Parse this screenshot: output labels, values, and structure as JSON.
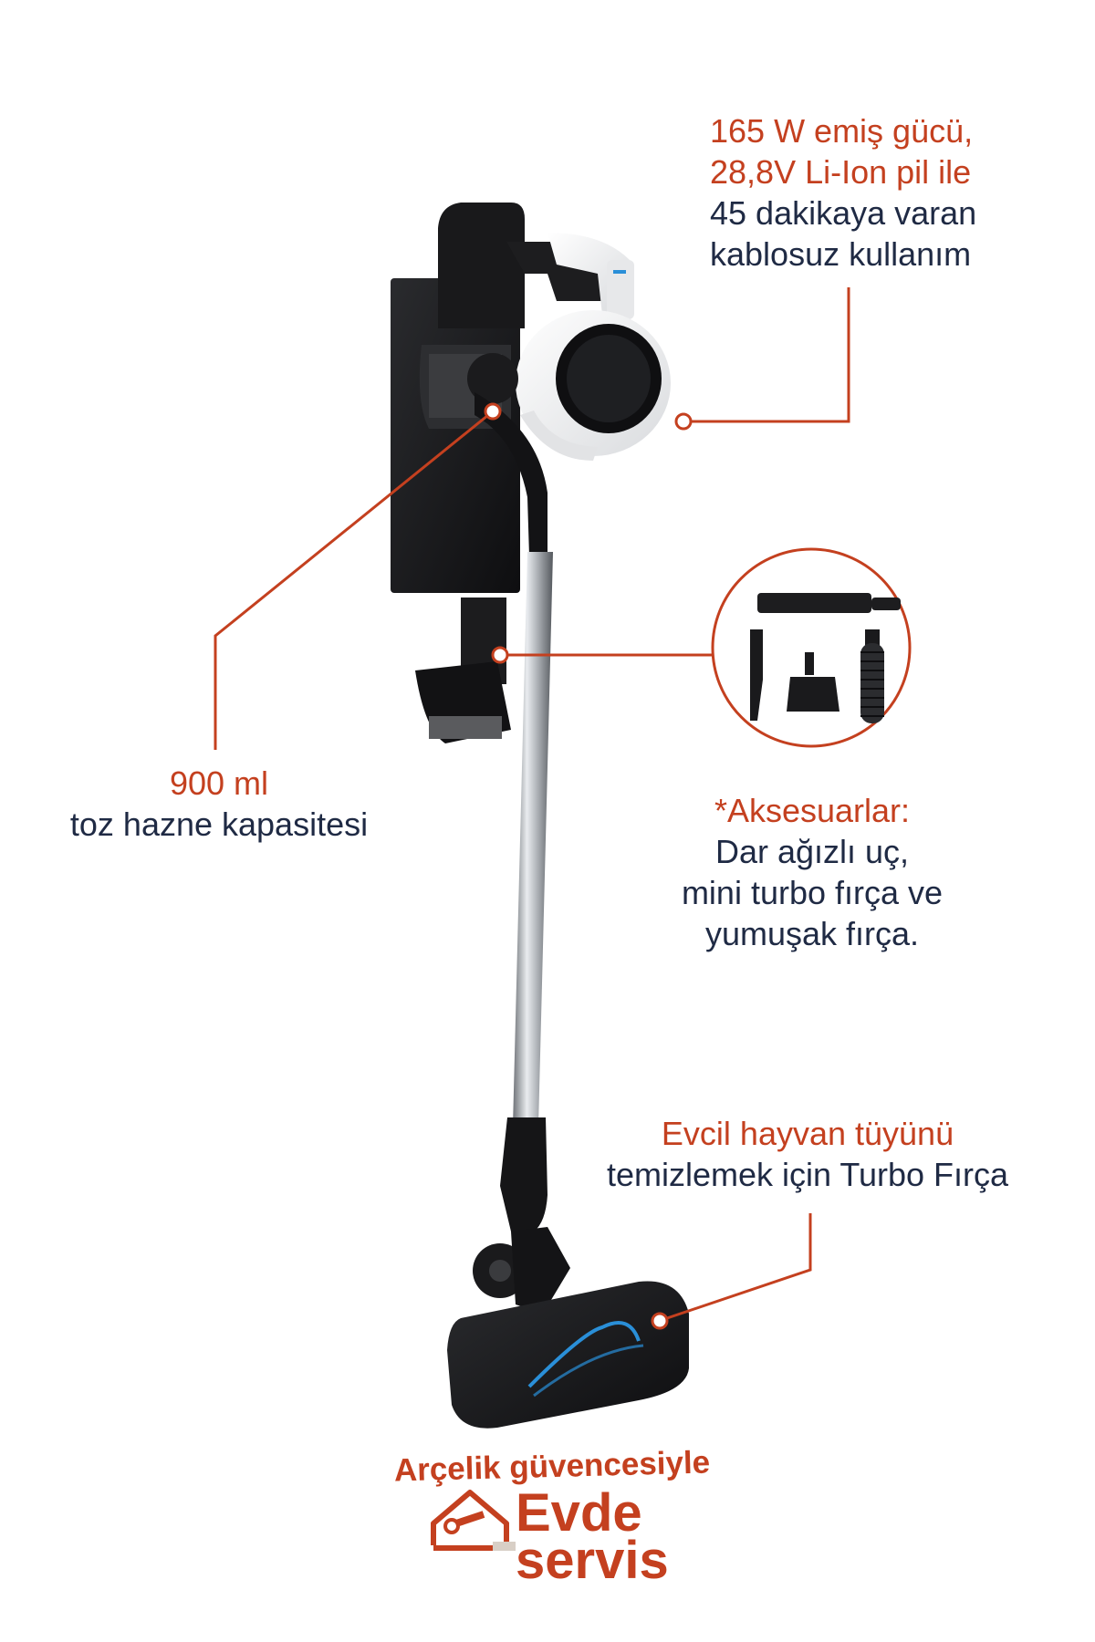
{
  "callouts": {
    "power": {
      "line1": "165 W emiş gücü,",
      "line2": "28,8V Li-Ion pil ile",
      "line3": "45 dakikaya varan",
      "line4": "kablosuz kullanım"
    },
    "dust": {
      "line1": "900 ml",
      "line2": "toz hazne kapasitesi"
    },
    "accessories": {
      "line1": "*Aksesuarlar:",
      "line2": "Dar ağızlı uç,",
      "line3": "mini turbo fırça ve",
      "line4": "yumuşak fırça."
    },
    "turbo": {
      "line1": "Evcil hayvan tüyünü",
      "line2": "temizlemek için Turbo Fırça"
    }
  },
  "badge": {
    "top": "Arçelik güvencesiyle",
    "word1": "Evde",
    "word2": "servis"
  },
  "colors": {
    "accent": "#c4401f",
    "text": "#1f2a44",
    "product_dark": "#1b1b1d",
    "product_white": "#f4f4f4",
    "tube_silver": "#b8bcc0",
    "blue_accent": "#2a8fd8"
  },
  "icons": [
    "house-wrench-icon"
  ]
}
